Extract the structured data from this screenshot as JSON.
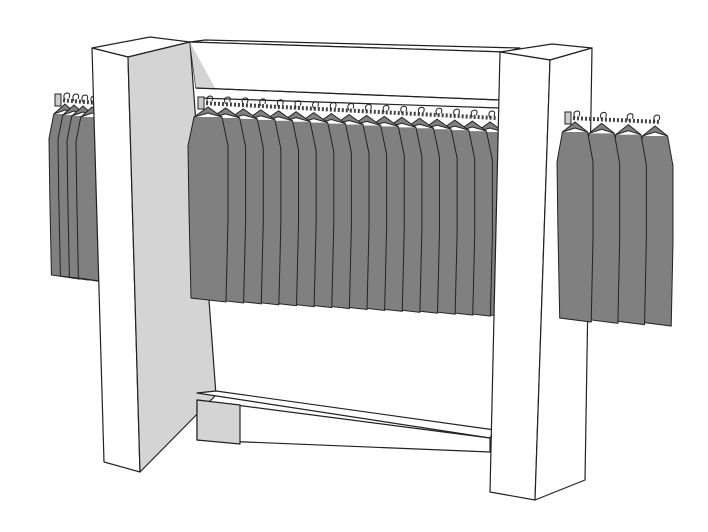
{
  "colors": {
    "background": "#ffffff",
    "surface_light": "#ffffff",
    "surface_shadow": "#d4d4d4",
    "garment": "#808080",
    "outline": "#222222",
    "rail": "#444444"
  },
  "racks": {
    "left_shirt_count": 4,
    "center_shirt_count": 17,
    "right_shirt_count": 4
  }
}
